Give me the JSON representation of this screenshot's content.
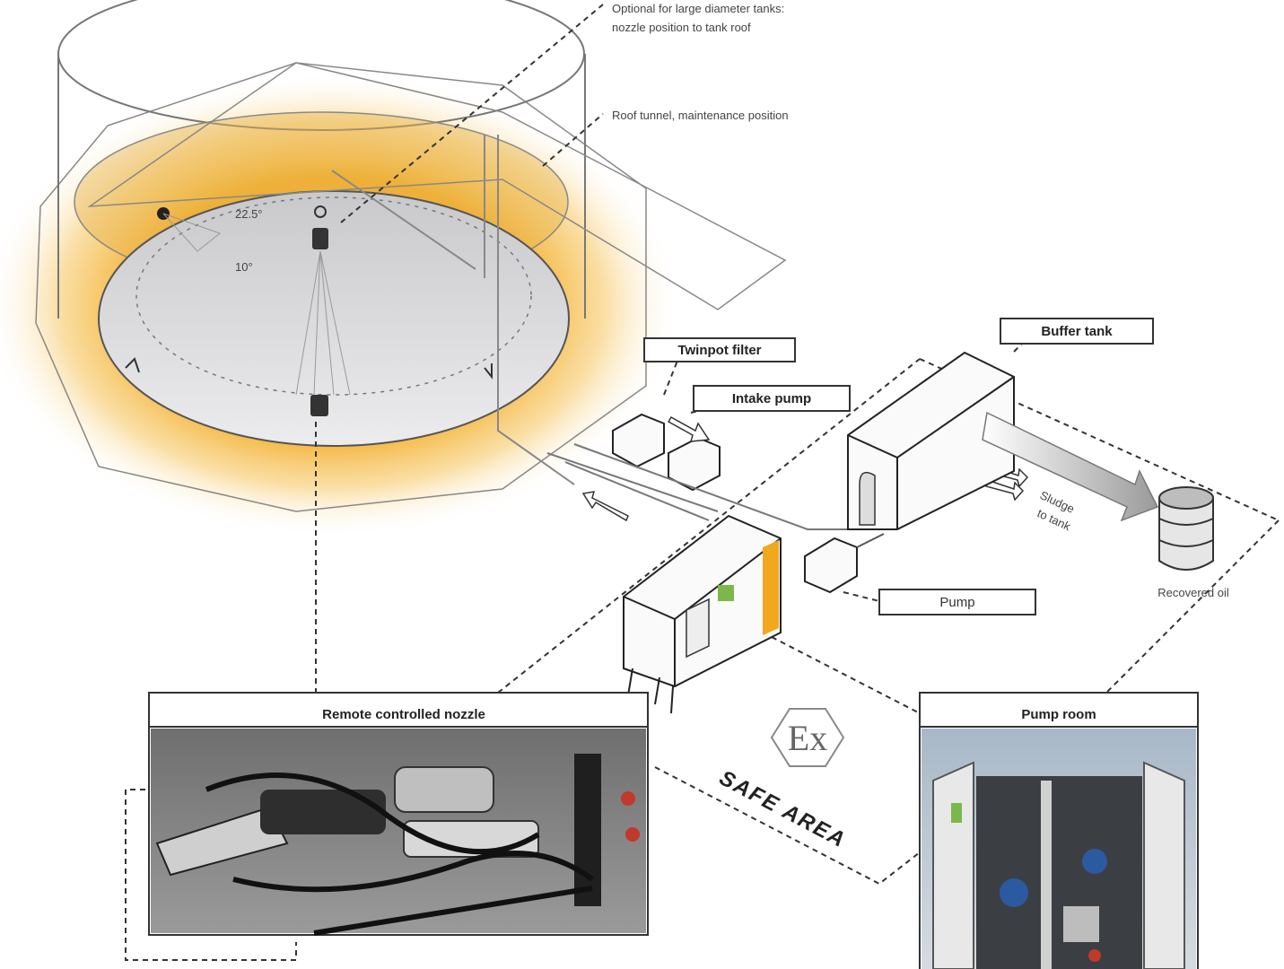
{
  "labels": {
    "optional_note_1": "Optional for large diameter tanks:",
    "optional_note_2": "nozzle position to tank roof",
    "roof_note": "Roof tunnel, maintenance position",
    "angle_1": "22.5°",
    "angle_2": "10°",
    "filter": "Twinpot filter",
    "intake_pump": "Intake pump",
    "buffer_tank": "Buffer tank",
    "pump": "Pump",
    "recovered_oil": "Recovered oil",
    "sludge_note_1": "Sludge",
    "sludge_note_2": "to tank",
    "nozzle_title": "Remote controlled nozzle",
    "pump_room_title": "Pump room",
    "safe_area": "SAFE AREA",
    "ex_symbol": "Ex"
  },
  "colors": {
    "glow": "#f2a81c",
    "tank_floor": "#d9d9db",
    "line": "#333333",
    "photo_dark": "#3c3c3c",
    "photo_sky": "#8fa3b6"
  }
}
